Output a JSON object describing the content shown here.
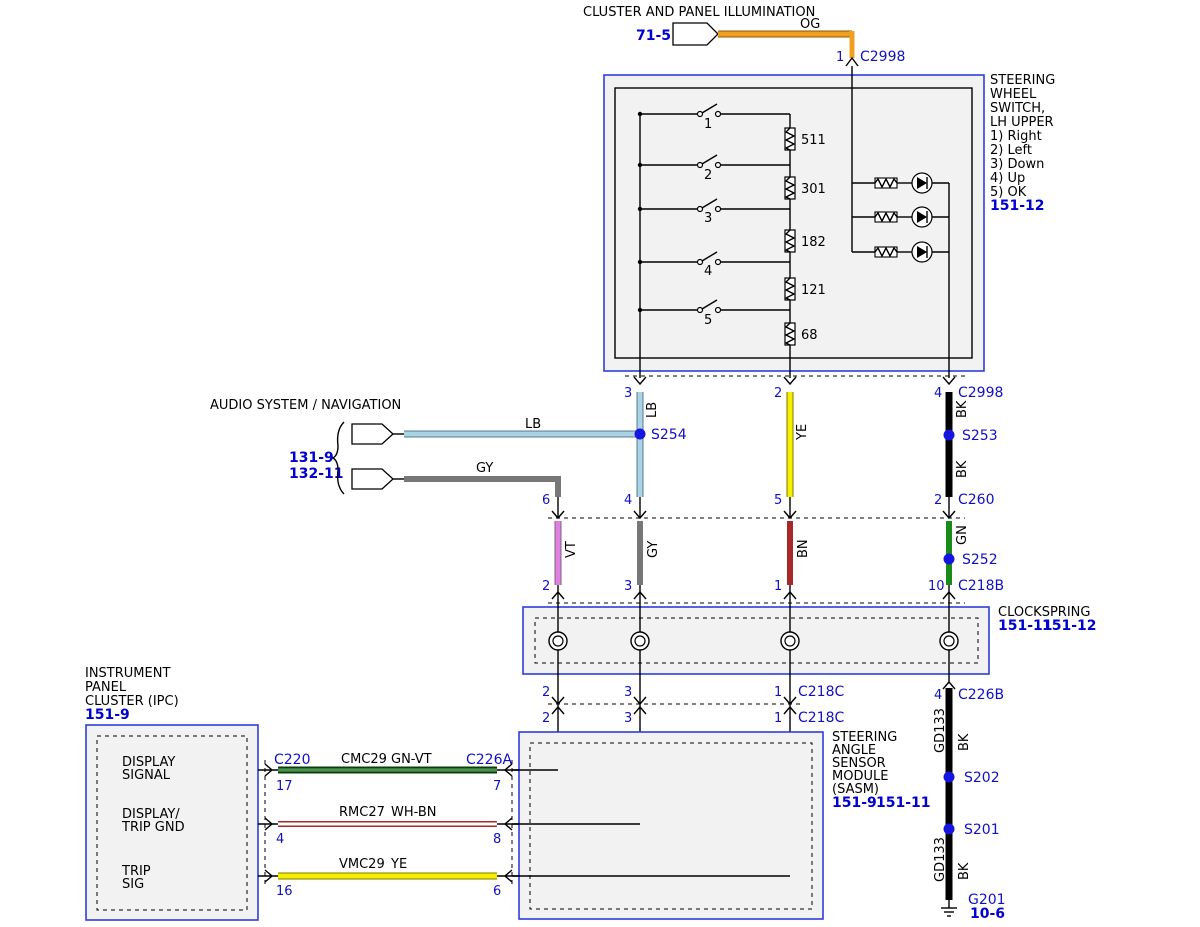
{
  "illumination": {
    "label": "CLUSTER AND PANEL ILLUMINATION",
    "ref": "71-5",
    "wire": "OG",
    "pin": "1",
    "connector": "C2998"
  },
  "swc": {
    "title_lines": [
      "STEERING",
      "WHEEL",
      "SWITCH,",
      "LH UPPER"
    ],
    "functions": [
      "1) Right",
      "2) Left",
      "3) Down",
      "4) Up",
      "5) OK"
    ],
    "ref": "151-12",
    "switches": [
      "1",
      "2",
      "3",
      "4",
      "5"
    ],
    "resistors": [
      "511",
      "301",
      "182",
      "121",
      "68"
    ]
  },
  "audio": {
    "label": "AUDIO SYSTEM / NAVIGATION",
    "ref1": "131-9",
    "ref2": "132-11",
    "wire_lb": "LB",
    "wire_gy": "GY"
  },
  "circuits": {
    "c2998_left_pin": "3",
    "c2998_mid_pin": "2",
    "c2998_right_pin": "4",
    "c2998": "C2998",
    "lb": "LB",
    "ye": "YE",
    "bk": "BK",
    "bk2": "BK",
    "s254": "S254",
    "s253": "S253",
    "s252": "S252",
    "c260_pins": [
      "6",
      "4",
      "5",
      "2"
    ],
    "c260": "C260",
    "vt": "VT",
    "gy": "GY",
    "bn": "BN",
    "gn": "GN",
    "c218b_pins": [
      "2",
      "3",
      "1",
      "10"
    ],
    "c218b": "C218B"
  },
  "clockspring": {
    "label": "CLOCKSPRING",
    "ref1": "151-11",
    "ref2": "151-12"
  },
  "c218c": {
    "upper_pins": [
      "2",
      "3",
      "1"
    ],
    "upper_label": "C218C",
    "lower_pins": [
      "2",
      "3",
      "1"
    ],
    "lower_label": "C218C"
  },
  "c226b": {
    "pin": "4",
    "label": "C226B"
  },
  "ground": {
    "wire1": "GD133",
    "bk1": "BK",
    "s202": "S202",
    "s201": "S201",
    "wire2": "GD133",
    "bk2": "BK",
    "g201": "G201",
    "ref": "10-6"
  },
  "ipc": {
    "title_lines": [
      "INSTRUMENT",
      "PANEL",
      "CLUSTER (IPC)"
    ],
    "ref": "151-9",
    "signals": [
      [
        "DISPLAY",
        "SIGNAL"
      ],
      [
        "DISPLAY/",
        "TRIP GND"
      ],
      [
        "TRIP",
        "SIG"
      ]
    ],
    "connector": "C220",
    "pins": [
      "17",
      "4",
      "16"
    ]
  },
  "sasm": {
    "title_lines": [
      "STEERING",
      "ANGLE",
      "SENSOR",
      "MODULE",
      "(SASM)"
    ],
    "ref1": "151-9",
    "ref2": "151-11",
    "connector": "C226A",
    "pins": [
      "7",
      "8",
      "6"
    ]
  },
  "wires": [
    {
      "circuit": "CMC29",
      "color": "GN-VT"
    },
    {
      "circuit": "RMC27",
      "color": "WH-BN"
    },
    {
      "circuit": "VMC29",
      "color": "YE"
    }
  ],
  "colors": {
    "og": "#f0a020",
    "lb": "#a8d4e6",
    "gy": "#777777",
    "ye": "#f4f000",
    "bk": "#000000",
    "vt": "#e080e0",
    "bn": "#a82828",
    "gn": "#1a8a1a",
    "blue": "#1515e0"
  }
}
